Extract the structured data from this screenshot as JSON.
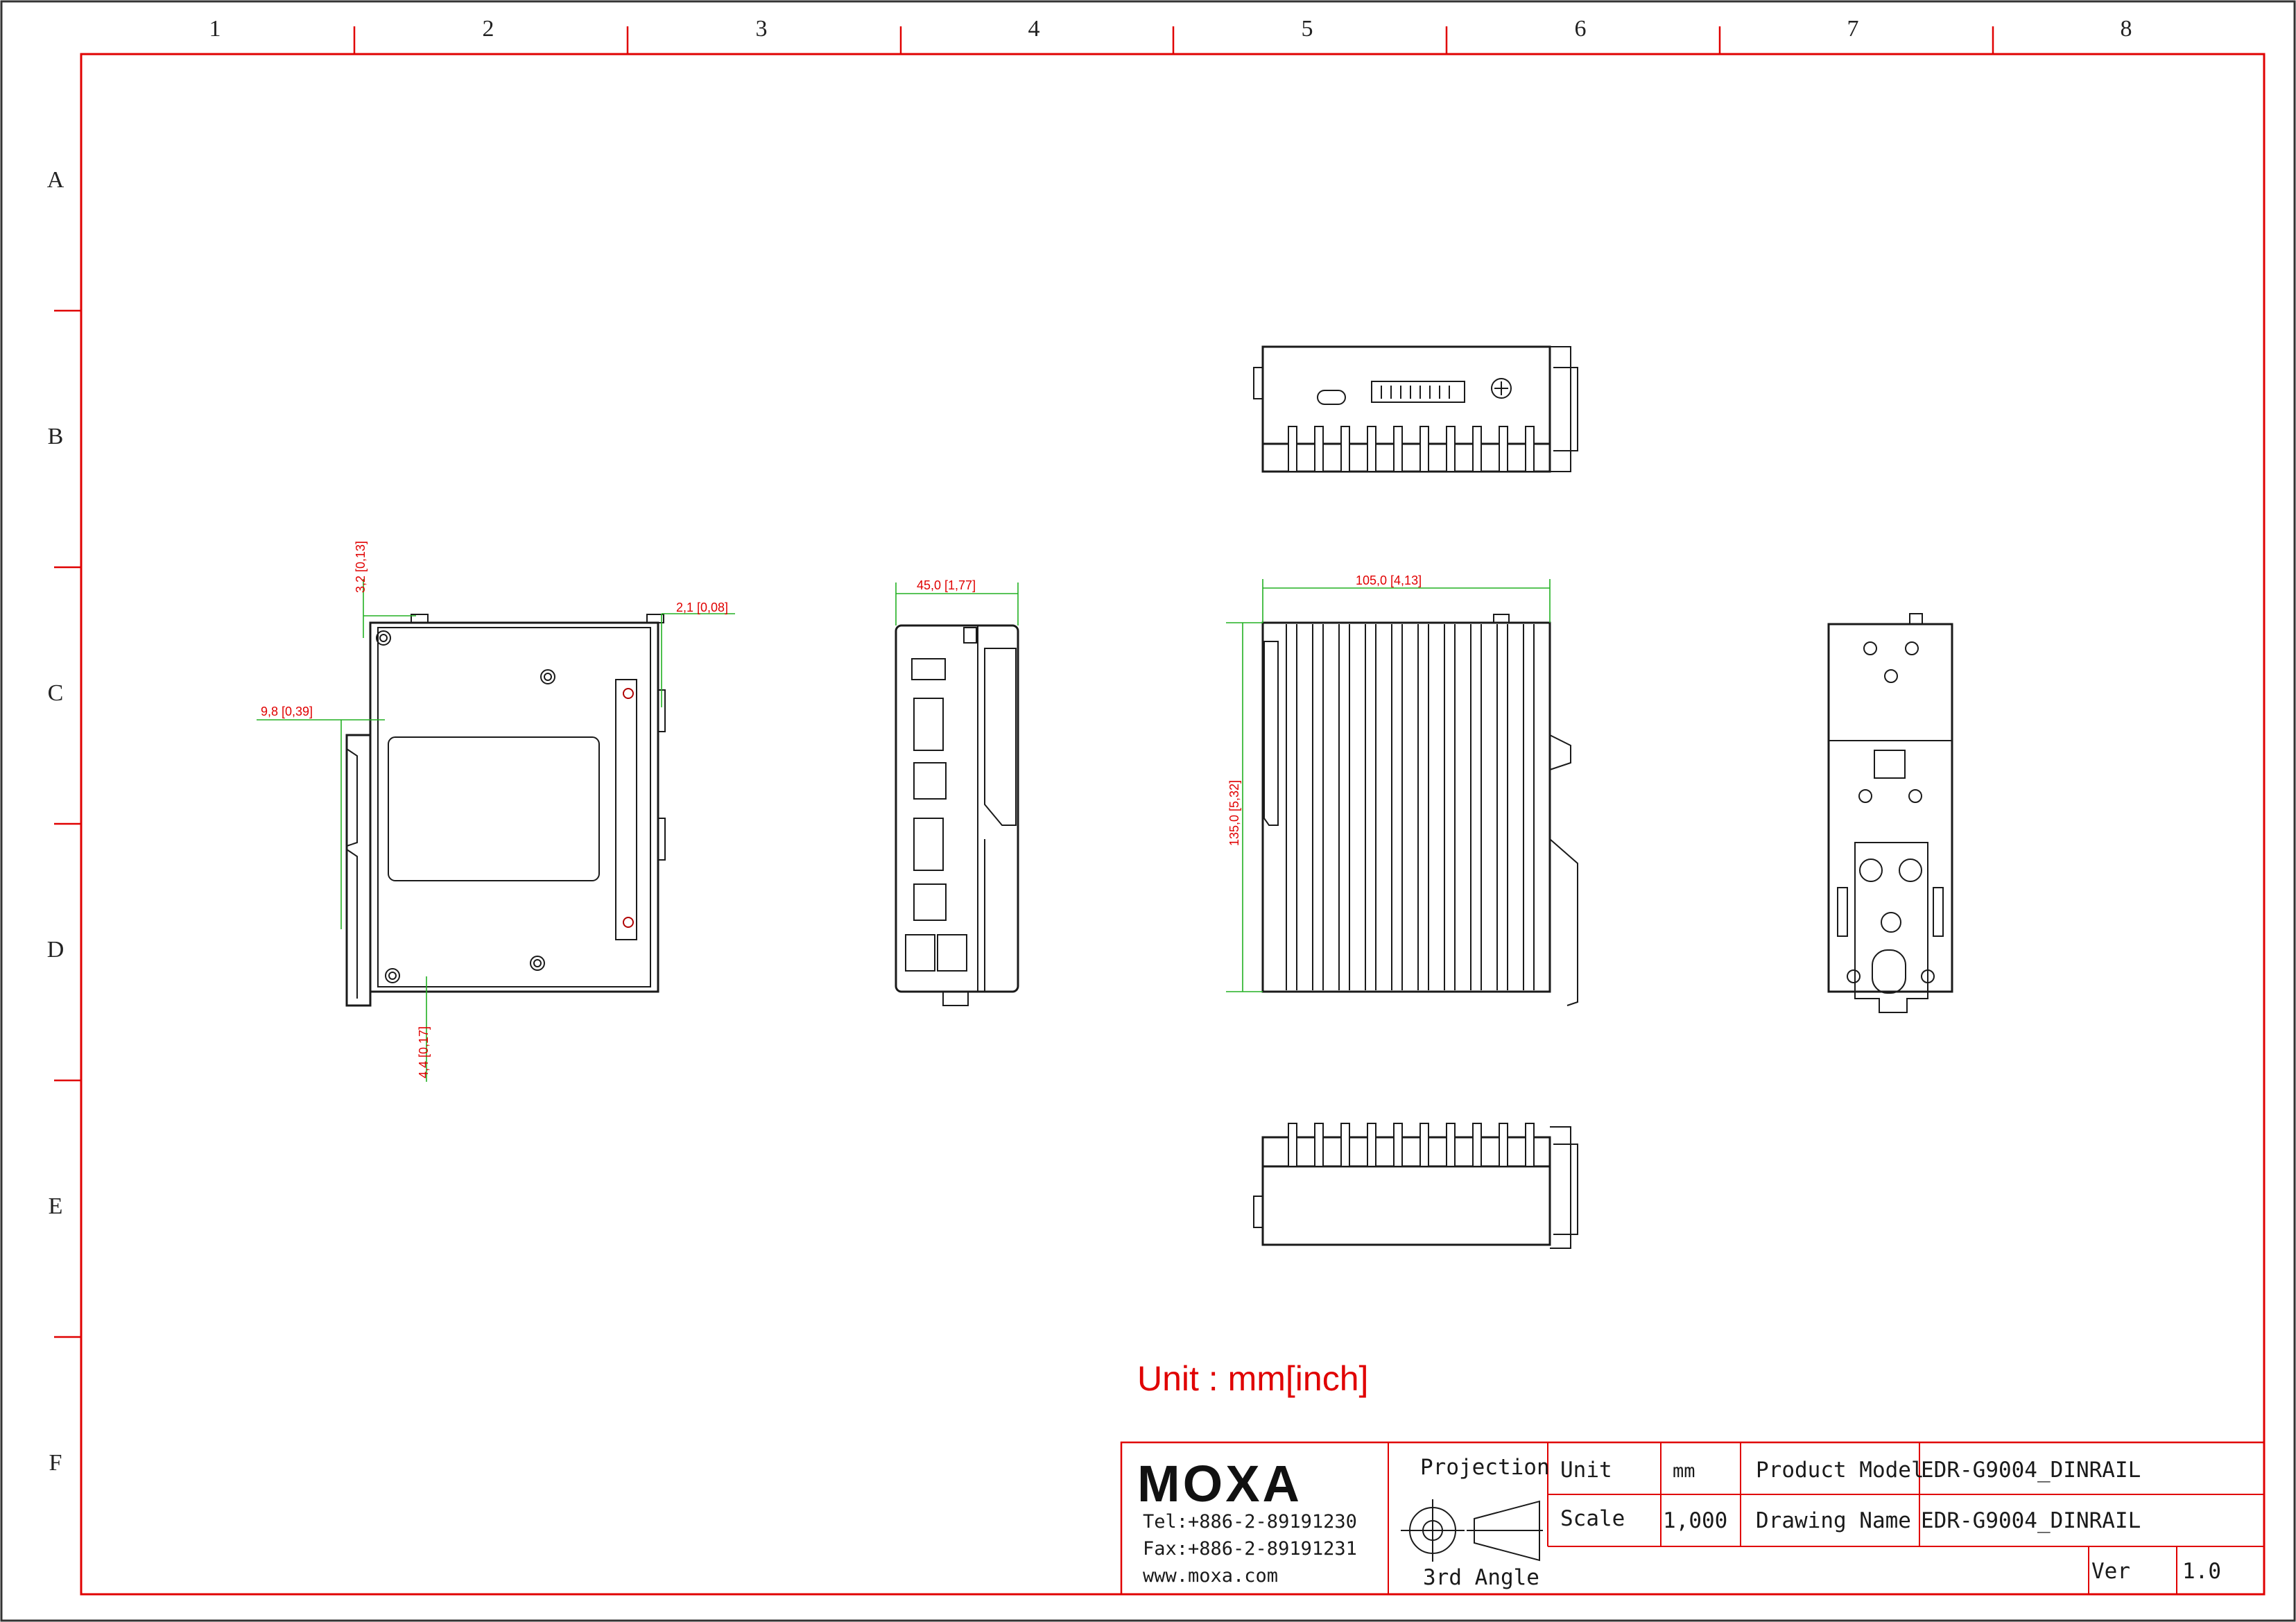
{
  "grid": {
    "columns": [
      "1",
      "2",
      "3",
      "4",
      "5",
      "6",
      "7",
      "8"
    ],
    "rows": [
      "A",
      "B",
      "C",
      "D",
      "E",
      "F"
    ]
  },
  "dimensions": {
    "top_offset": "3,2 [0,13]",
    "right_offset": "2,1 [0,08]",
    "left_offset": "9,8 [0,39]",
    "bottom_offset": "4,4 [0,17]",
    "front_width": "45,0 [1,77]",
    "side_depth": "105,0 [4,13]",
    "height": "135,0 [5,32]"
  },
  "unit_note": "Unit : mm[inch]",
  "title_block": {
    "logo": "MOXA",
    "tel": "Tel:+886-2-89191230",
    "fax": "Fax:+886-2-89191231",
    "web": "www.moxa.com",
    "projection_label": "Projection",
    "projection_type": "3rd Angle",
    "unit_label": "Unit",
    "unit_value": "mm",
    "scale_label": "Scale",
    "scale_value": "1,000",
    "product_model_label": "Product Model",
    "product_model_value": "EDR-G9004_DINRAIL",
    "drawing_name_label": "Drawing Name",
    "drawing_name_value": "EDR-G9004_DINRAIL",
    "ver_label": "Ver",
    "ver_value": "1.0"
  },
  "colors": {
    "frame": "#e00000",
    "dimension_text": "#e00000",
    "dimension_line": "#22b022",
    "outline": "#1a1a1a"
  }
}
